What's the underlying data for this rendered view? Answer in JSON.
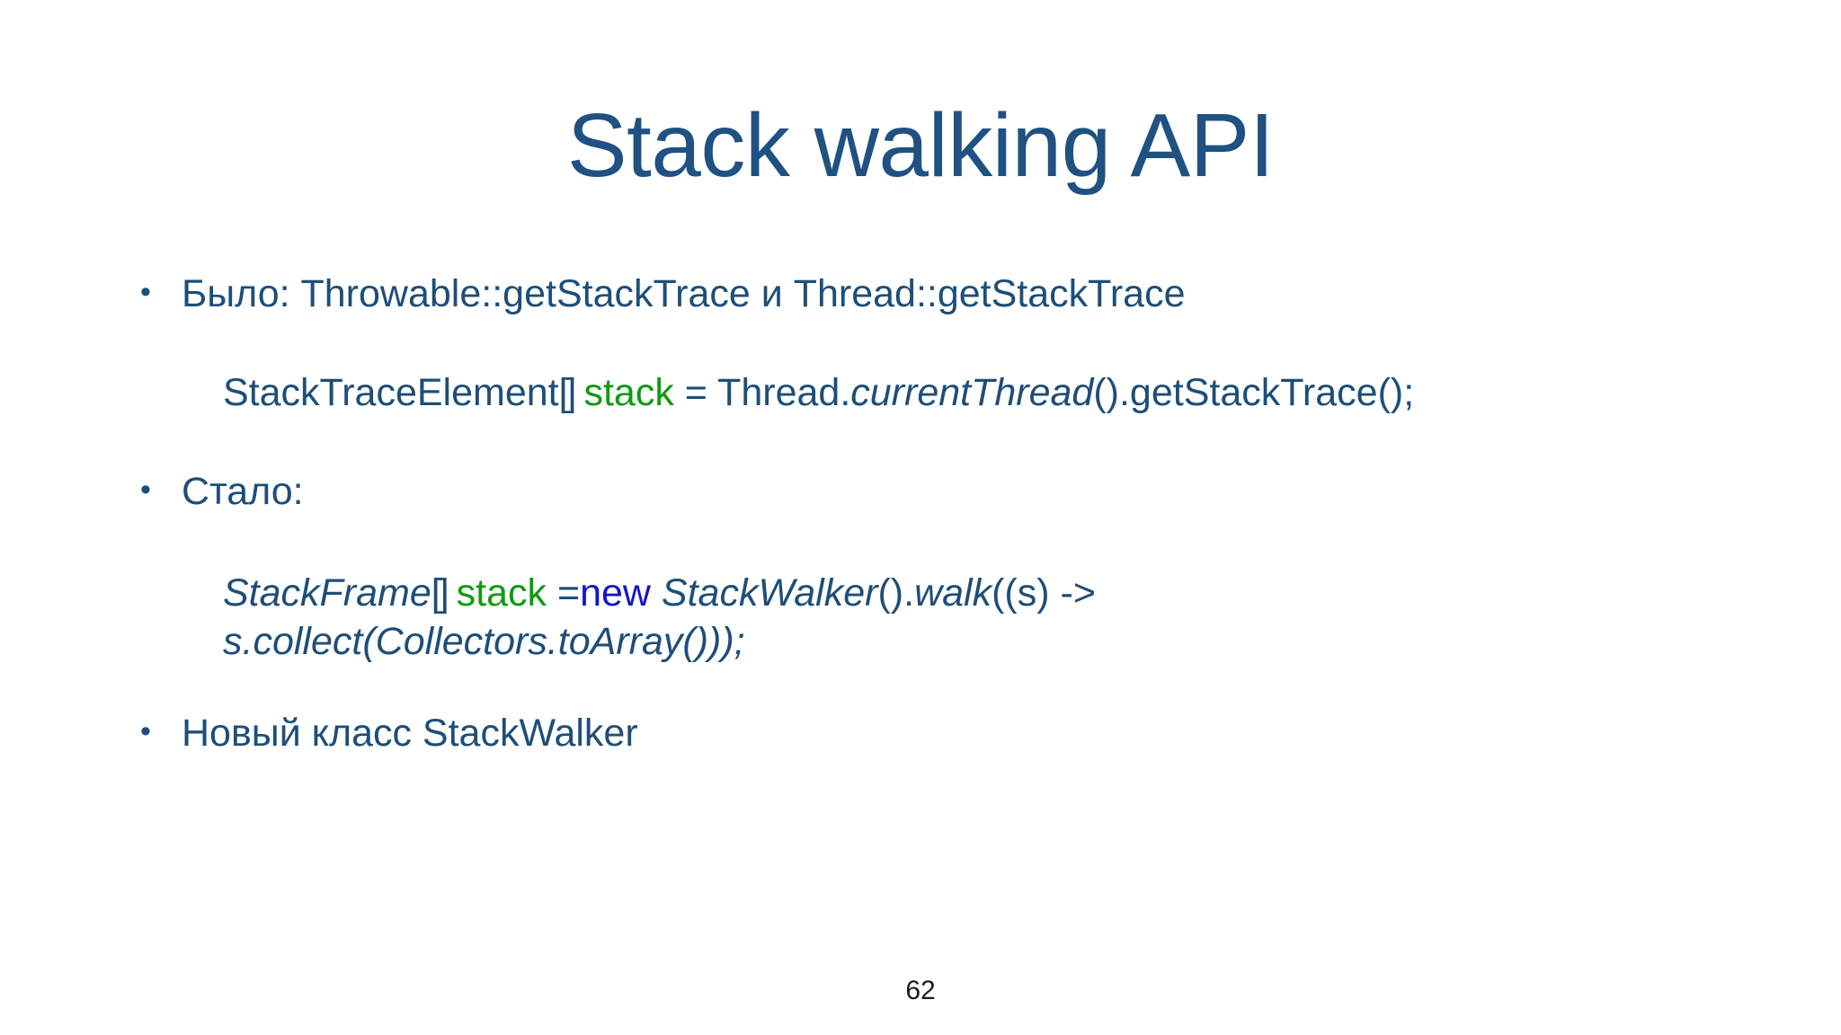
{
  "slide": {
    "title": "Stack walking API",
    "page_number": "62",
    "colors": {
      "title": "#1f5182",
      "body": "#1d4e79",
      "identifier_green": "#0f9b0f",
      "keyword_blue": "#1414cc",
      "page_number": "#1a1a1a",
      "background": "#ffffff"
    },
    "bullet_glyph": "•",
    "bullets": [
      {
        "text": "Было: Throwable::getStackTrace и Thread::getStackTrace"
      },
      {
        "text": "Стало:"
      },
      {
        "text": "Новый класс StackWalker"
      }
    ],
    "code_old": {
      "full_text": "StackTraceElement[] stack = Thread.currentThread().getStackTrace();",
      "t1": "StackTraceElement",
      "t2": "[]",
      "t3": "stack",
      "t4": " = Thread.",
      "t5": "currentThread",
      "t6": "().getStackTrace();"
    },
    "code_new": {
      "full_text": "StackFrame[] stack =new StackWalker().walk((s) -> s.collect(Collectors.toArray()));",
      "t1": "StackFrame",
      "t2": "[]",
      "t3": "stack",
      "t4": " =",
      "t5": "new",
      "t6": " ",
      "t7": "StackWalker",
      "t8": "().",
      "t9": "walk",
      "t10": "((s) -> ",
      "t11": "s.",
      "t12": "collect",
      "t13": "(",
      "t14": "Collectors",
      "t15": ".",
      "t16": "toArray",
      "t17": "()));"
    }
  }
}
